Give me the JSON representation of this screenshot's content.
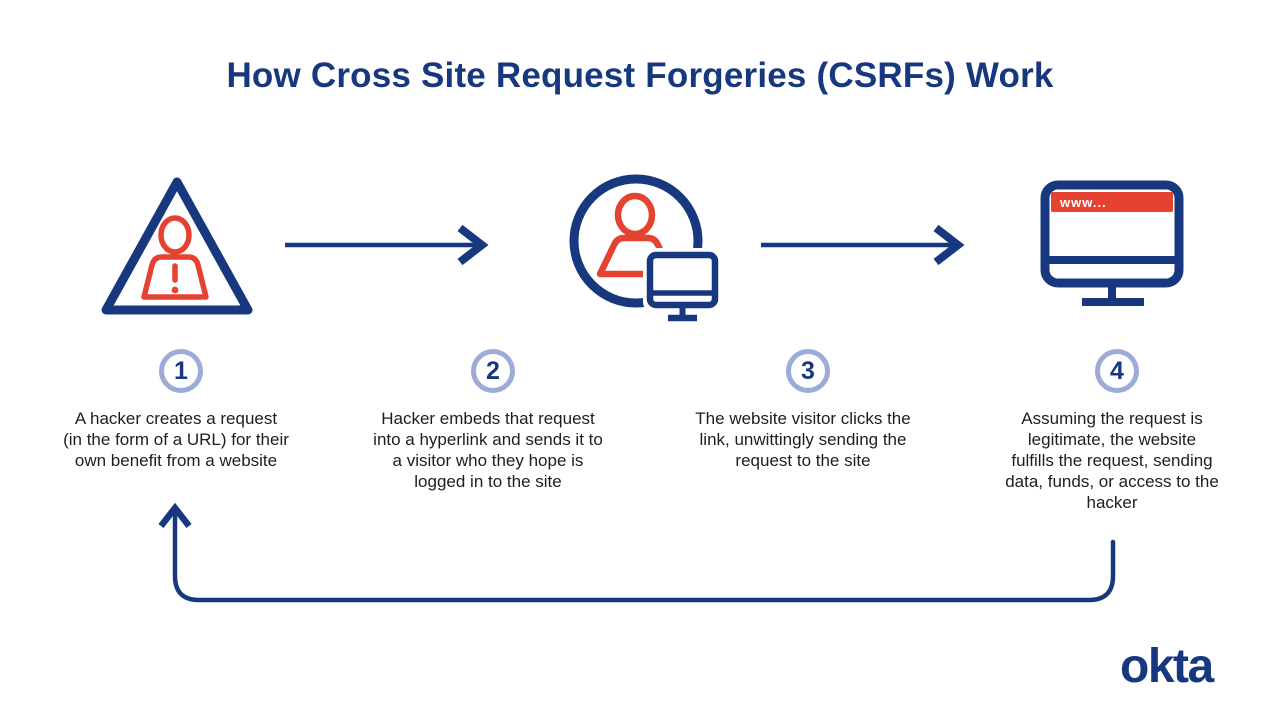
{
  "title": "How Cross Site Request Forgeries (CSRFs) Work",
  "steps": [
    {
      "number": "1",
      "text": "A hacker creates a request\n(in the form of a URL) for their\nown benefit from a website"
    },
    {
      "number": "2",
      "text": "Hacker embeds that request\ninto a hyperlink and sends it to\na visitor who they hope is\nlogged in to the site"
    },
    {
      "number": "3",
      "text": "The website visitor clicks the\nlink, unwittingly sending the\nrequest to the site"
    },
    {
      "number": "4",
      "text": "Assuming the request is\nlegitimate, the website\nfulfills the request, sending\ndata, funds, or access to the\nhacker"
    }
  ],
  "website_icon": {
    "address_bar_text": "www..."
  },
  "brand": {
    "logo_text": "okta"
  },
  "icons": {
    "step1": "hacker-warning-triangle-icon",
    "step2": "visitor-at-computer-icon",
    "step4": "website-browser-icon",
    "flow": "arrow-right-icon",
    "loop": "loop-back-arrow-icon"
  },
  "colors": {
    "navy": "#17387F",
    "red": "#E54231",
    "periwinkle": "#9DABD9",
    "text-dark": "#1E1E1E",
    "background": "#FFFFFF",
    "bar-text": "#FFFFFF"
  }
}
